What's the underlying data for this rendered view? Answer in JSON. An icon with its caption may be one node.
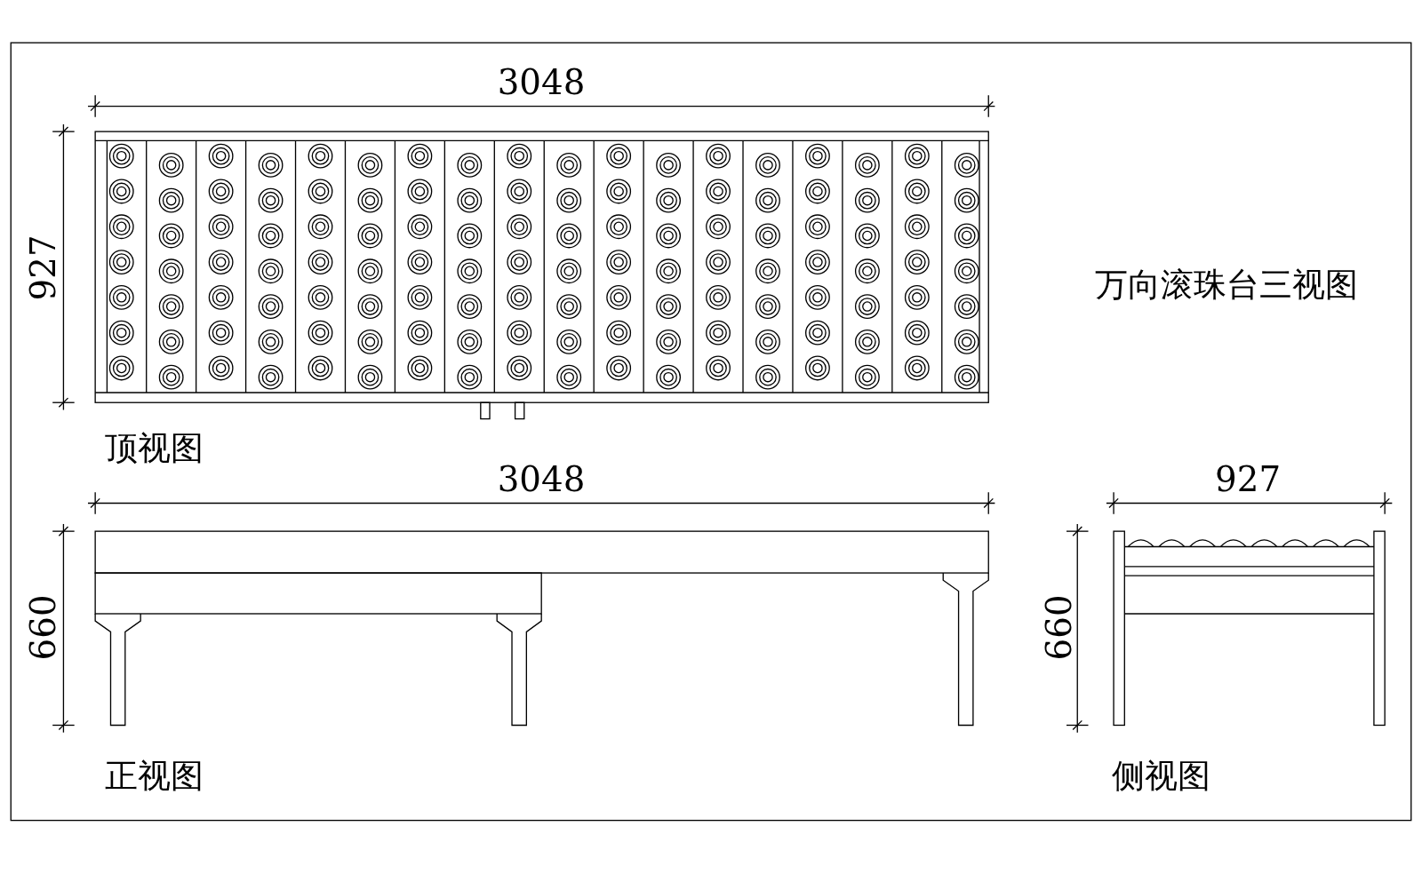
{
  "diagram": {
    "title": "万向滚珠台三视图",
    "labels": [
      "3048",
      "927",
      "顶视图",
      "3048",
      "660",
      "927",
      "660",
      "正视图",
      "侧视图"
    ]
  }
}
